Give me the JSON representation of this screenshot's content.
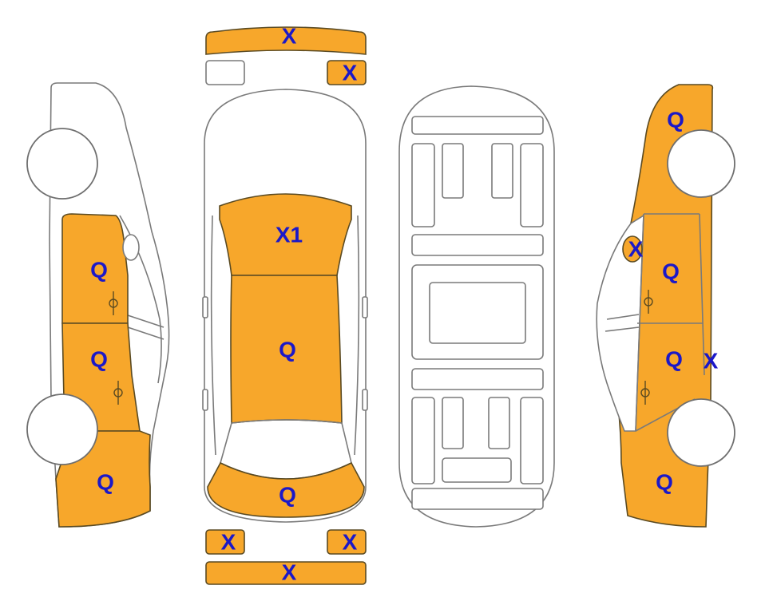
{
  "colors": {
    "damaged": "#f7a72b",
    "undamaged": "#ffffff",
    "outline": "#7a7a7a",
    "mark": "#1b18c8"
  },
  "marks": {
    "front_bumper": "X",
    "front_right_lamp": "X",
    "hood": "X1",
    "roof": "Q",
    "trunk": "Q",
    "rear_left_lamp": "X",
    "rear_right_lamp": "X",
    "rear_bumper": "X",
    "left_front_door": "Q",
    "left_rear_door": "Q",
    "left_rear_quarter": "Q",
    "right_front_fender": "Q",
    "right_mirror": "X",
    "right_front_door": "Q",
    "right_rear_door": "Q",
    "right_rocker": "X",
    "right_rear_quarter": "Q"
  }
}
